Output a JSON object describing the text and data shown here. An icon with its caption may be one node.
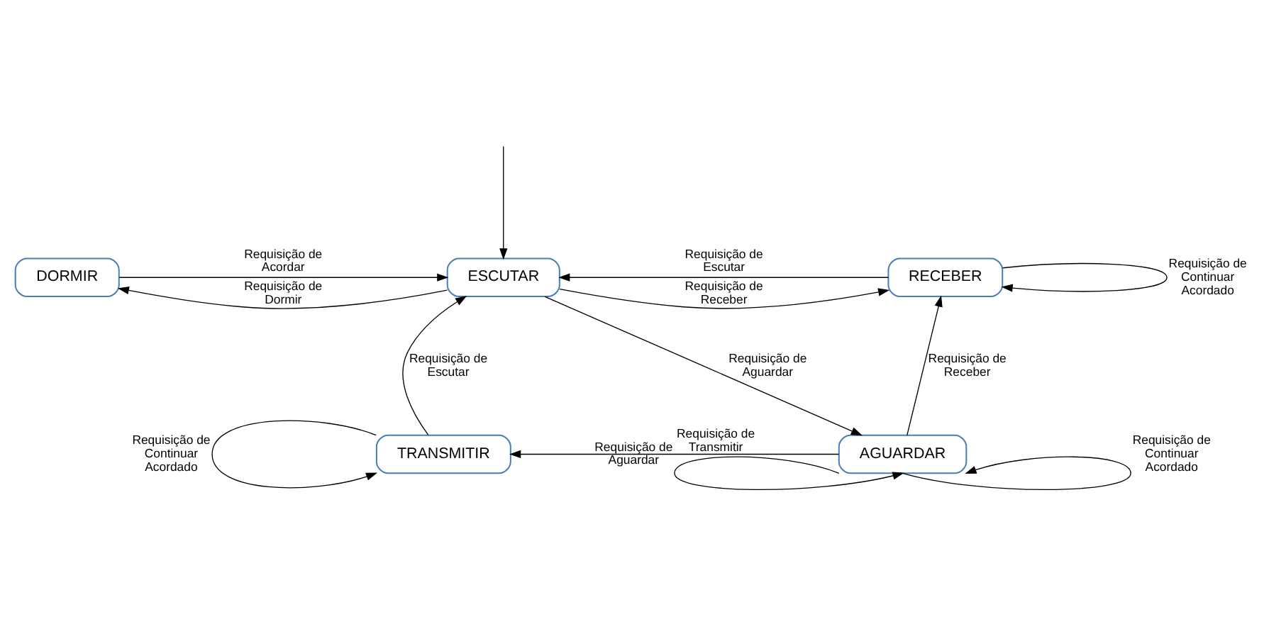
{
  "diagram": {
    "nodes": [
      {
        "text": [
          "DORMIR"
        ]
      },
      {
        "text": [
          "ESCUTAR"
        ]
      },
      {
        "text": [
          "RECEBER"
        ]
      },
      {
        "text": [
          "TRANSMITIR"
        ]
      },
      {
        "text": [
          "AGUARDAR"
        ]
      }
    ],
    "edges": [
      {
        "from": 0,
        "to": 1,
        "arrow": "to",
        "label": "Requisição de Acordar"
      },
      {
        "from": 1,
        "to": 0,
        "arrow": "to",
        "label": "Requisição de Dormir"
      },
      {
        "from": null,
        "to": 1,
        "arrow": "to"
      },
      {
        "from": 2,
        "to": 1,
        "arrow": "to",
        "label": "Requisição de Escutar"
      },
      {
        "from": 1,
        "to": 2,
        "arrow": "to",
        "label": "Requisição de Receber"
      },
      {
        "from": 2,
        "to": 2,
        "arrow": "to",
        "label": "Requisição de Continuar Acordado"
      },
      {
        "from": 1,
        "to": 4,
        "arrow": "to",
        "label": "Requisição de Aguardar"
      },
      {
        "from": 4,
        "to": 2,
        "arrow": "to",
        "label": "Requisição de Receber"
      },
      {
        "from": 3,
        "to": 1,
        "arrow": "to",
        "label": "Requisição de Escutar"
      },
      {
        "from": 4,
        "to": 3,
        "arrow": "to",
        "label": "Requisição de Transmitir"
      },
      {
        "from": 3,
        "to": 3,
        "arrow": "to",
        "label": "Requisição de Continuar Acordado"
      },
      {
        "from": 4,
        "to": 4,
        "arrow": "to",
        "label": "Requisição de Aguardar"
      },
      {
        "from": 4,
        "to": 4,
        "arrow": "to",
        "label": "Requisição de Continuar Acordado"
      }
    ]
  }
}
